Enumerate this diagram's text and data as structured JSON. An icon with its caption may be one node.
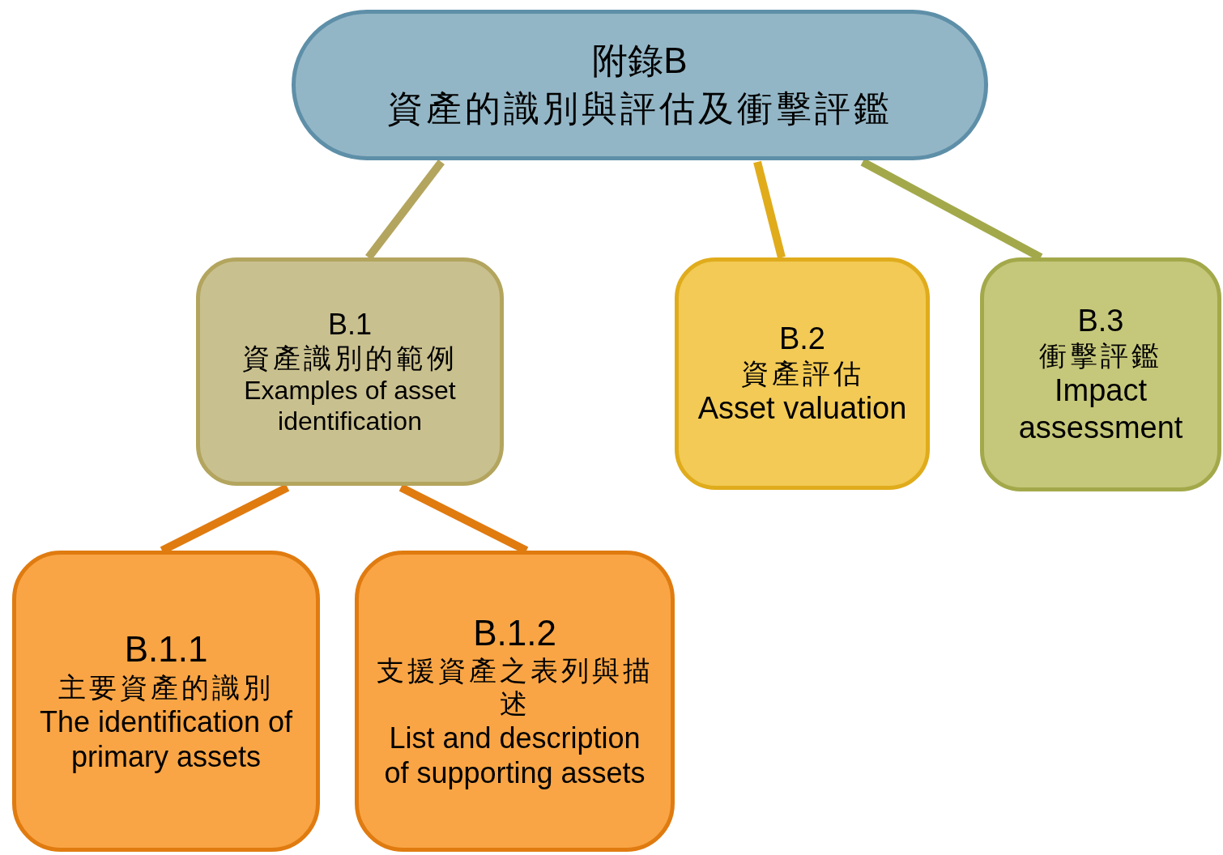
{
  "diagram": {
    "nodes": [
      {
        "text": [
          "附錄B",
          "資產的識別與評估及衝擊評鑑"
        ]
      },
      {
        "text": [
          "B.1",
          "資產識別的範例",
          "Examples of asset identification"
        ]
      },
      {
        "text": [
          "B.2",
          "資產評估",
          "Asset valuation"
        ]
      },
      {
        "text": [
          "B.3",
          "衝擊評鑑",
          "Impact assessment"
        ]
      },
      {
        "text": [
          "B.1.1",
          "主要資產的識別",
          "The identification of primary assets"
        ]
      },
      {
        "text": [
          "B.1.2",
          "支援資產之表列與描述",
          "List and description of supporting assets"
        ]
      }
    ],
    "edges": [
      {
        "from": 0,
        "to": 1,
        "arrow": "none",
        "color": "#b3a55e"
      },
      {
        "from": 0,
        "to": 2,
        "arrow": "none",
        "color": "#e0ac1c"
      },
      {
        "from": 0,
        "to": 3,
        "arrow": "none",
        "color": "#a3a94a"
      },
      {
        "from": 1,
        "to": 4,
        "arrow": "none",
        "color": "#e07b10"
      },
      {
        "from": 1,
        "to": 5,
        "arrow": "none",
        "color": "#e07b10"
      }
    ]
  }
}
